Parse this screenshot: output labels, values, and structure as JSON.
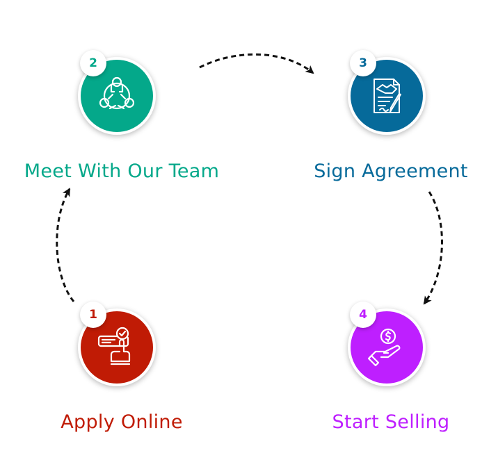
{
  "diagram": {
    "type": "process-cycle",
    "steps": [
      {
        "number": "1",
        "label": "Apply Online",
        "icon": "hand-click-checkmark-icon",
        "color": "#C01B05"
      },
      {
        "number": "2",
        "label": "Meet With Our Team",
        "icon": "team-meeting-icon",
        "color": "#04A88A"
      },
      {
        "number": "3",
        "label": "Sign Agreement",
        "icon": "signed-contract-icon",
        "color": "#066A9A"
      },
      {
        "number": "4",
        "label": "Start Selling",
        "icon": "hand-dollar-coin-icon",
        "color": "#BE1FFF"
      }
    ],
    "connectors": [
      {
        "from": "1",
        "to": "2",
        "style": "dashed-arrow"
      },
      {
        "from": "2",
        "to": "3",
        "style": "dashed-arrow"
      },
      {
        "from": "3",
        "to": "4",
        "style": "dashed-arrow"
      }
    ]
  }
}
